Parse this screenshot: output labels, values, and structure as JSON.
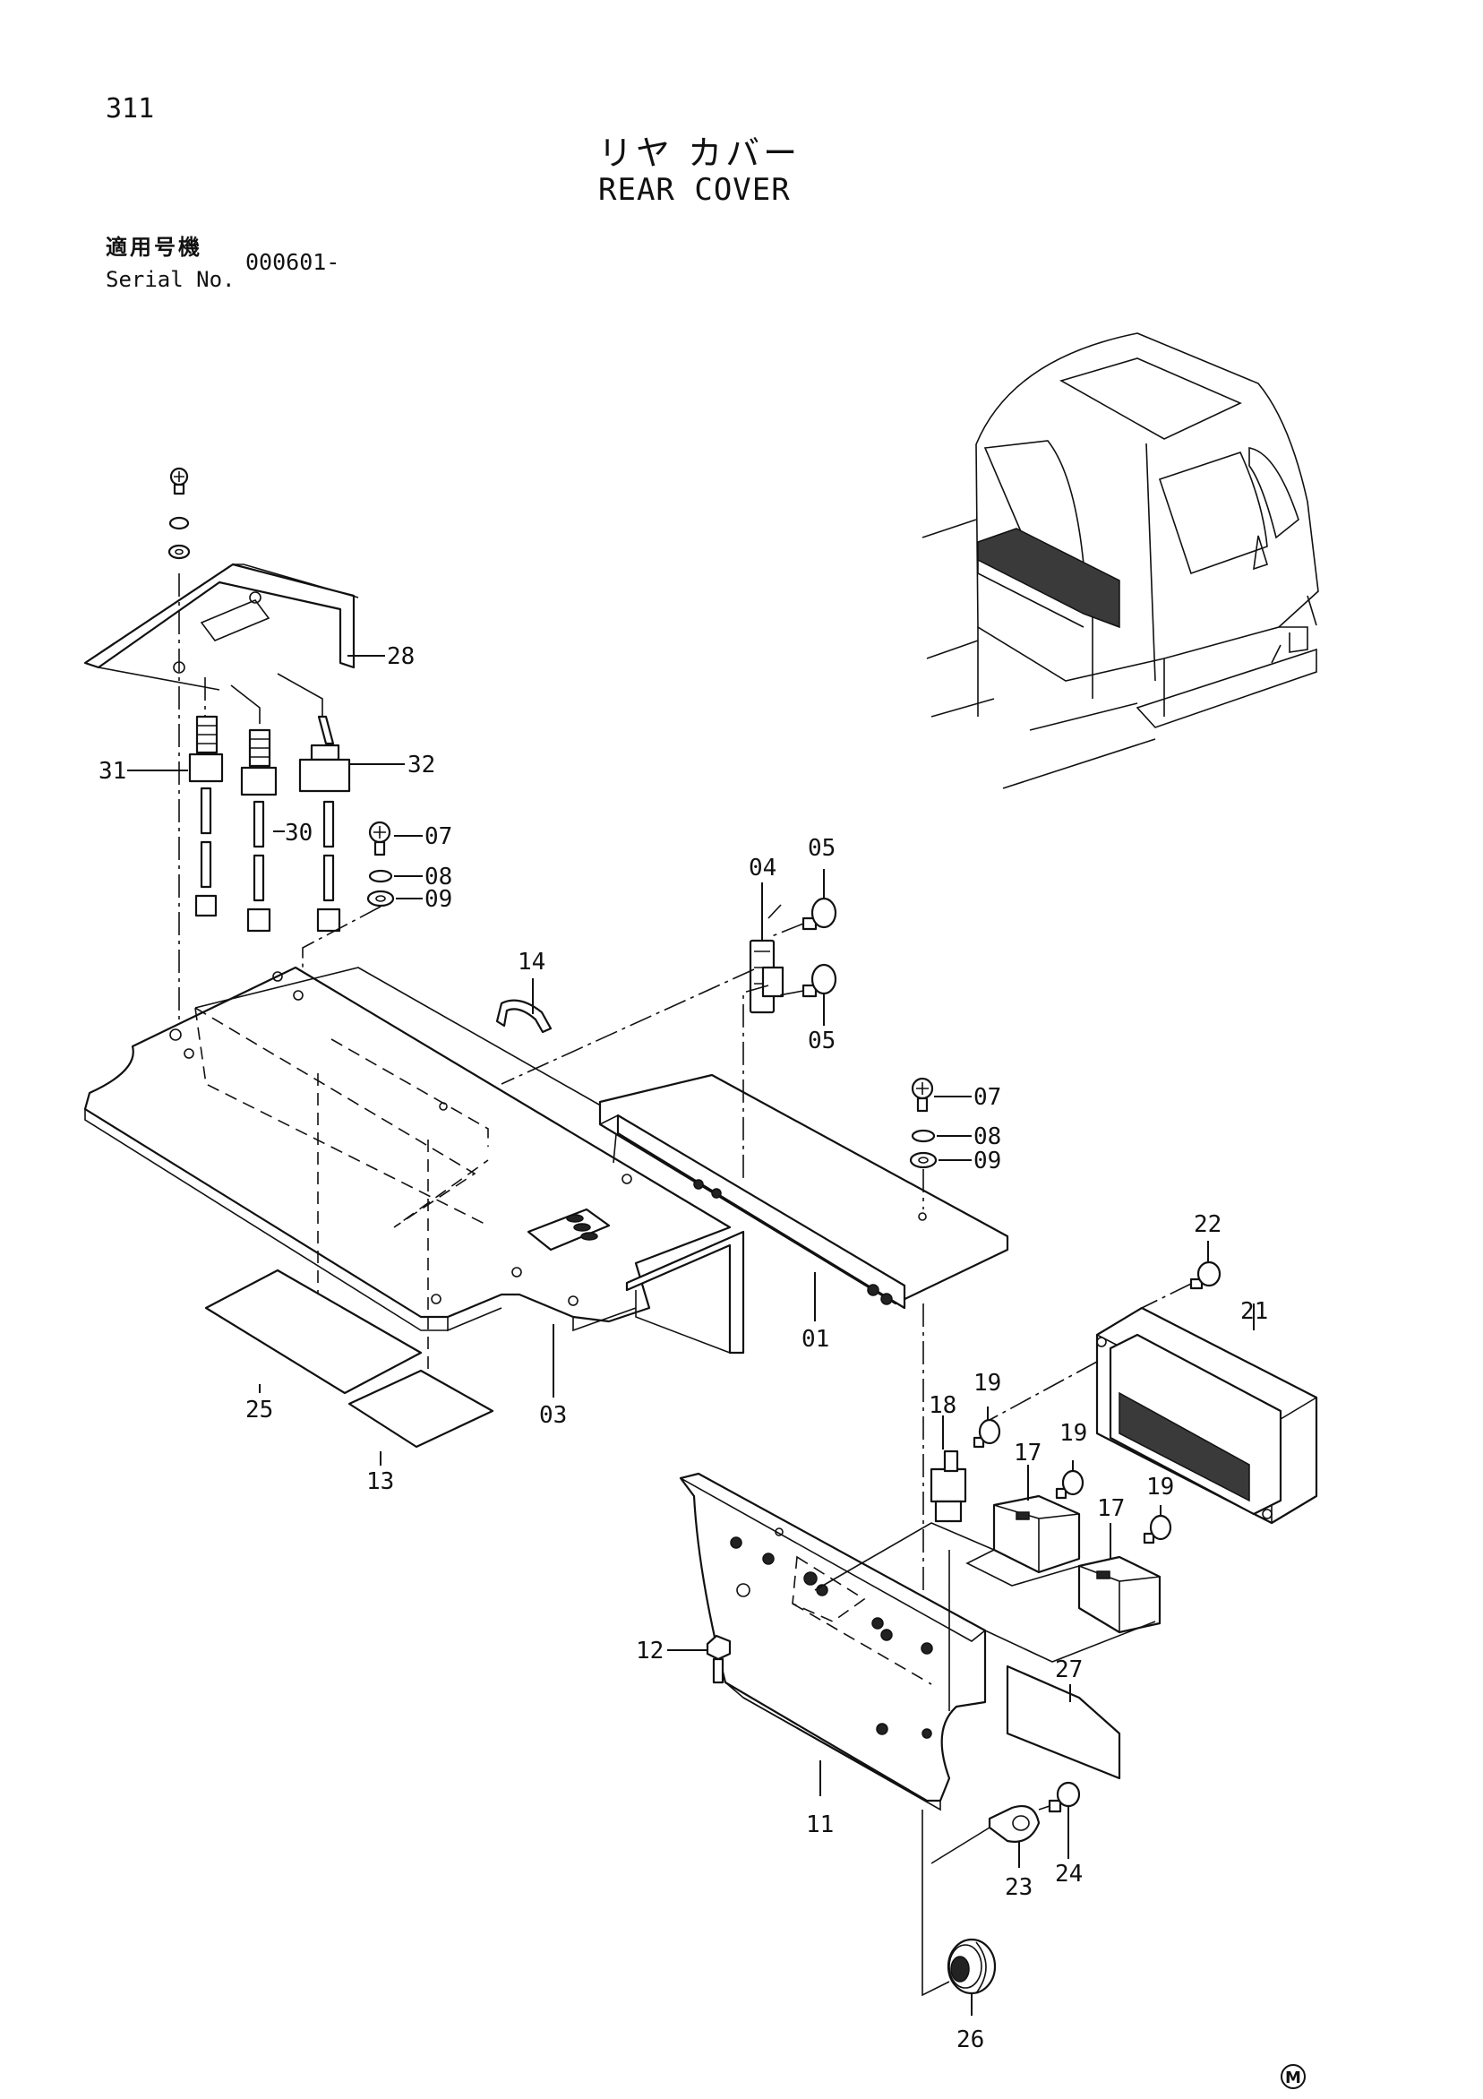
{
  "page_number": "311",
  "title_jp": "リヤ カバー",
  "title_en": "REAR COVER",
  "serial": {
    "label_jp": "適用号機",
    "label_en": "Serial No.",
    "value": "000601-"
  },
  "callouts": {
    "c01": "01",
    "c03": "03",
    "c04": "04",
    "c05a": "05",
    "c05b": "05",
    "c07a": "07",
    "c08a": "08",
    "c09a": "09",
    "c07b": "07",
    "c08b": "08",
    "c09b": "09",
    "c11": "11",
    "c12": "12",
    "c13": "13",
    "c14": "14",
    "c17a": "17",
    "c17b": "17",
    "c18": "18",
    "c19a": "19",
    "c19b": "19",
    "c19c": "19",
    "c21": "21",
    "c22": "22",
    "c23": "23",
    "c24": "24",
    "c25": "25",
    "c26": "26",
    "c27": "27",
    "c28": "28",
    "c30": "30",
    "c31": "31",
    "c32": "32"
  },
  "maker_mark": "M"
}
